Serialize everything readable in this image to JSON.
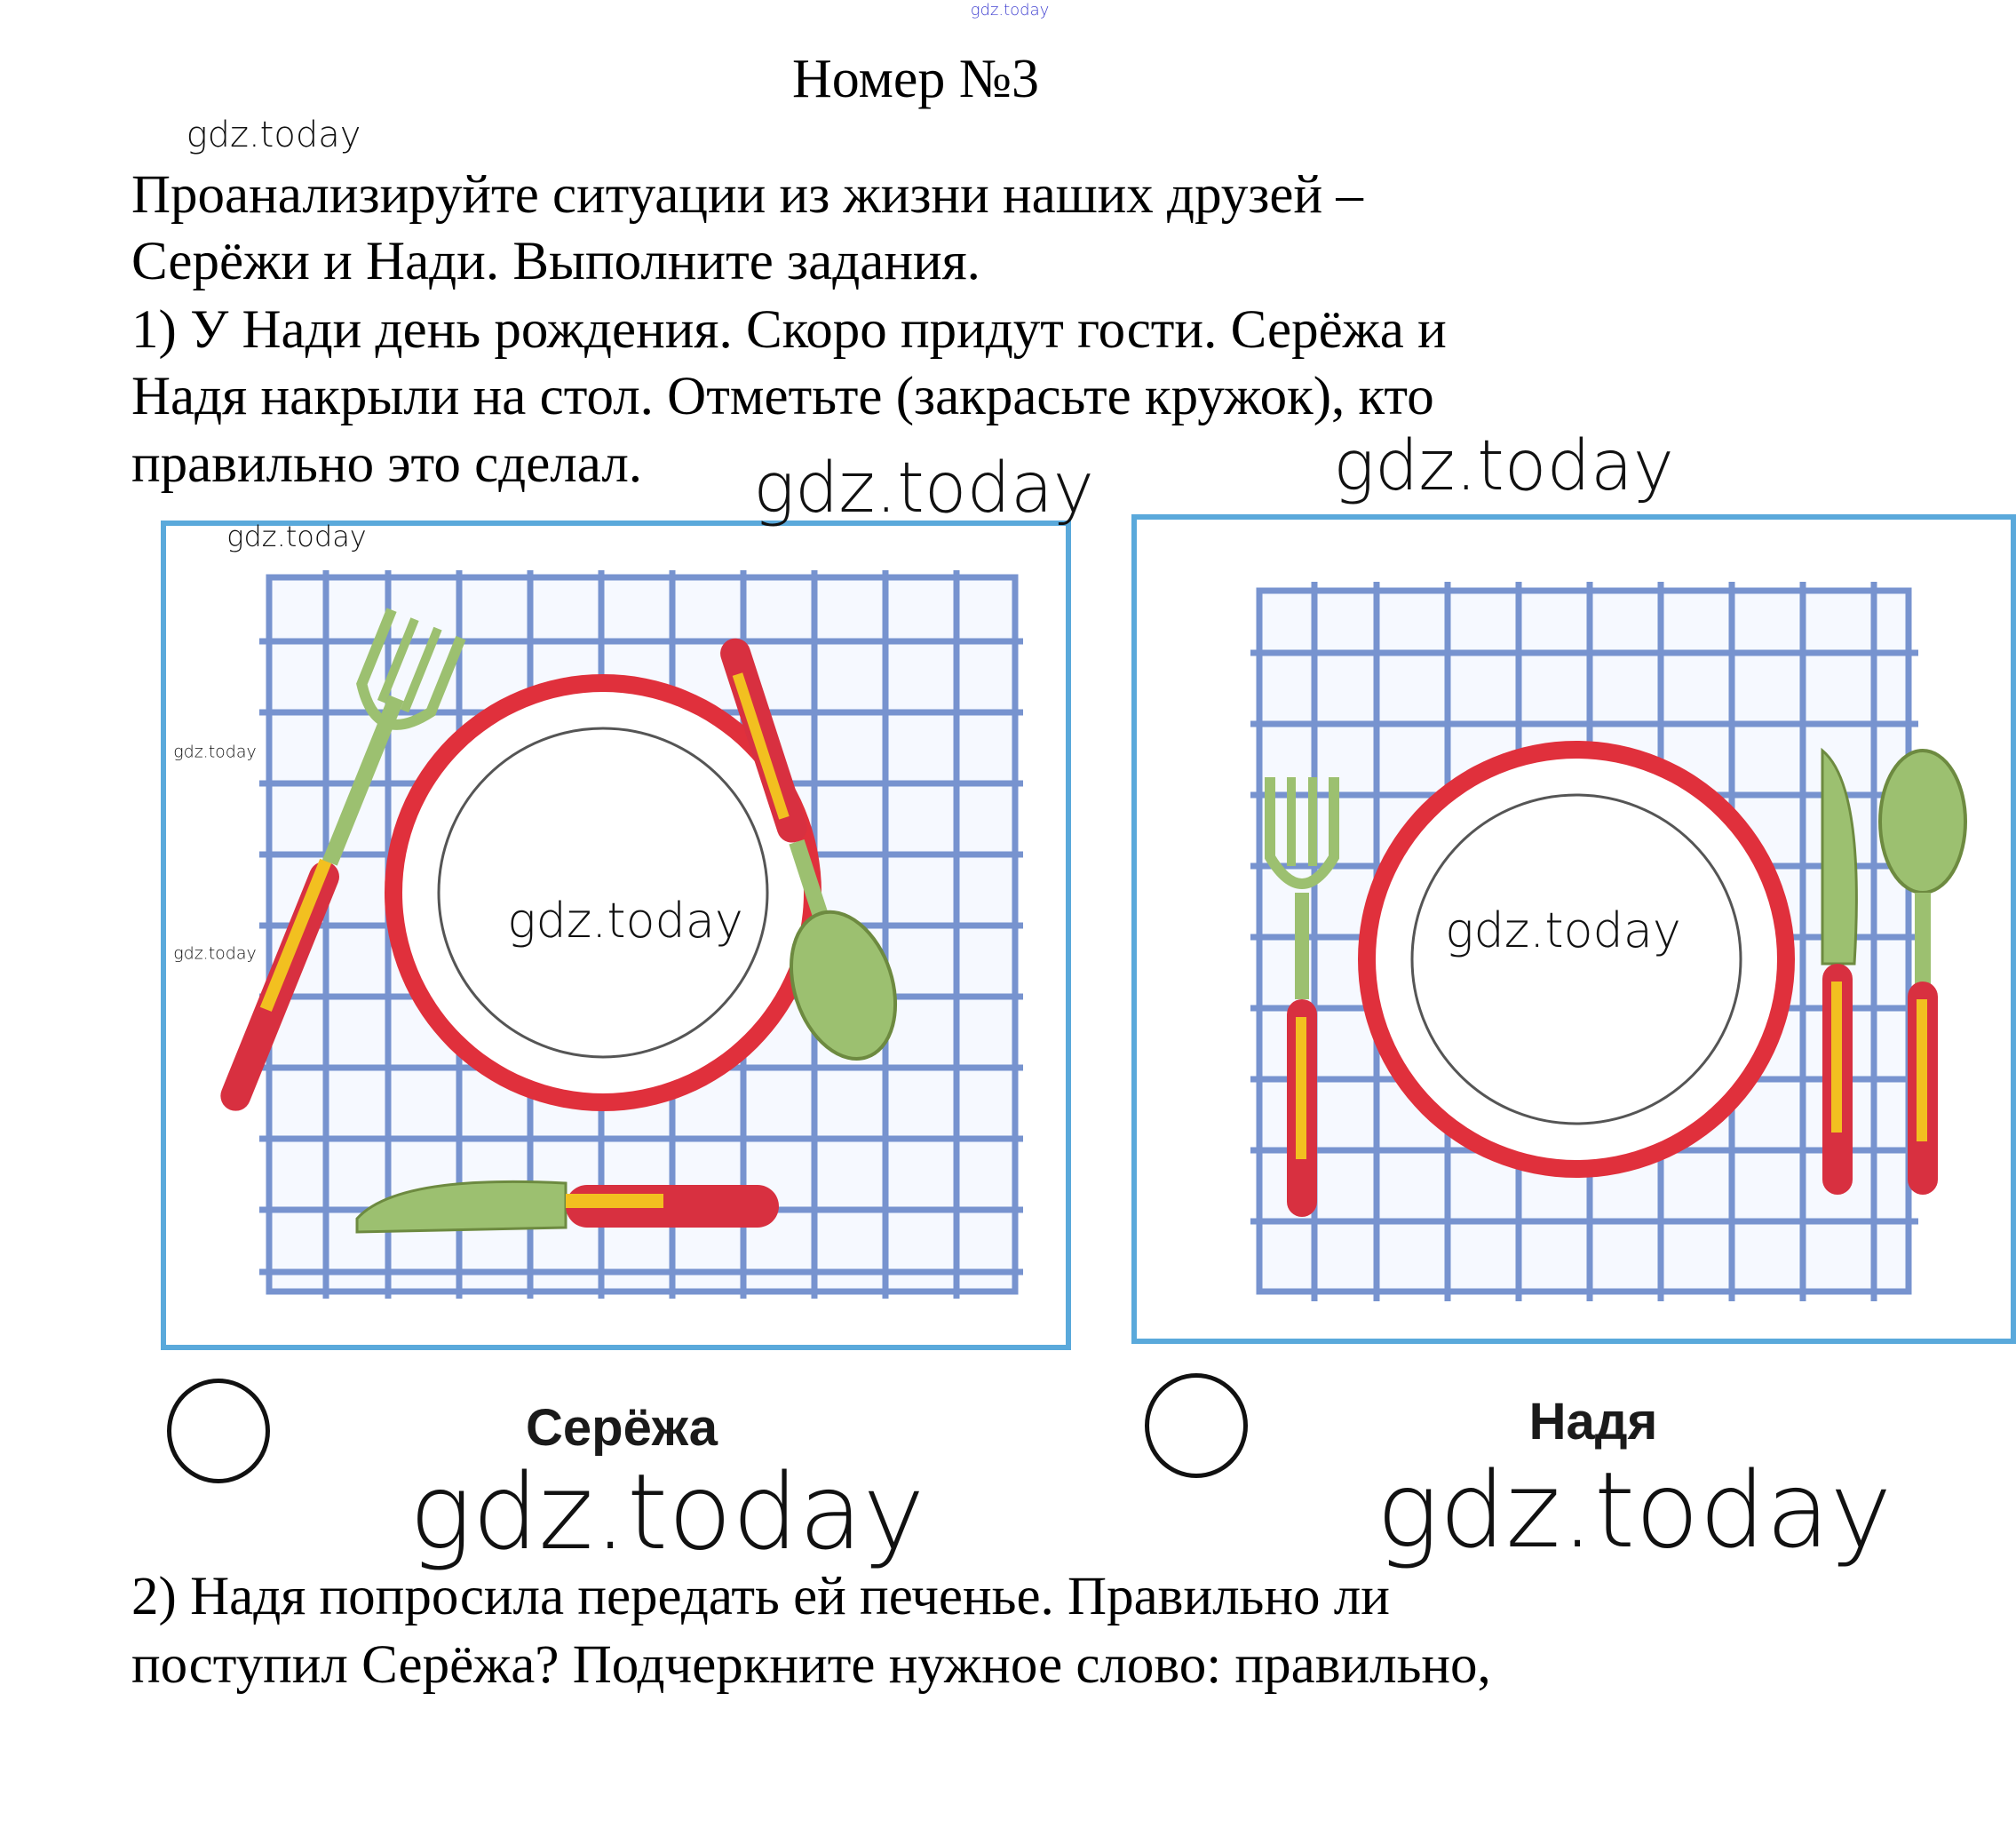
{
  "header": {
    "title": "Номер №3"
  },
  "intro": {
    "lines": [
      "Проанализируйте ситуации из жизни наших друзей –",
      "Серёжи и Нади. Выполните задания."
    ]
  },
  "task1": {
    "lines": [
      "1) У Нади день рождения. Скоро придут гости. Серёжа и",
      "Надя накрыли на стол. Отметьте (закрасьте кружок), кто",
      "правильно это сделал."
    ],
    "options": [
      {
        "name": "Серёжа",
        "selected": false
      },
      {
        "name": "Надя",
        "selected": false
      }
    ]
  },
  "task2": {
    "lines": [
      "2) Надя попросила передать ей печенье. Правильно ли",
      "поступил Серёжа? Подчеркните нужное слово: правильно,"
    ]
  },
  "watermark": "gdz.today",
  "colors": {
    "frame": "#5aa9db",
    "check": "#4a6fc0",
    "plate_rim": "#e0303c",
    "handle": "#d83040",
    "metal": "#9cc070"
  }
}
